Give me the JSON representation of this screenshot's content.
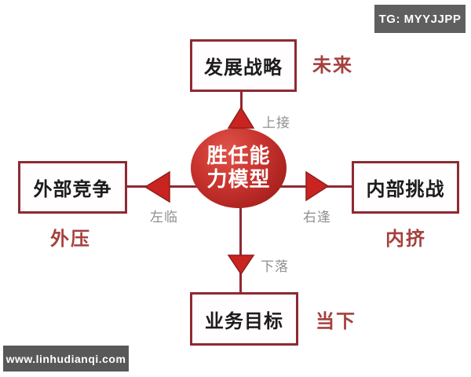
{
  "watermarks": {
    "tg_badge": "TG: MYYJJPP",
    "site_badge": "www.linhudianqi.com"
  },
  "diagram": {
    "center": {
      "label_line1": "胜任能",
      "label_line2": "力模型"
    },
    "nodes": {
      "top": {
        "label": "发展战略",
        "edge_label": "上接",
        "tag": "未来"
      },
      "left": {
        "label": "外部竞争",
        "edge_label": "左临",
        "tag": "外压"
      },
      "right": {
        "label": "内部挑战",
        "edge_label": "右逢",
        "tag": "内挤"
      },
      "bottom": {
        "label": "业务目标",
        "edge_label": "下落",
        "tag": "当下"
      }
    },
    "colors": {
      "box_border": "#8e2a32",
      "connector_line": "#8e2a32",
      "arrowhead_fill": "#c9241f",
      "circle_fill": "#c53230",
      "circle_text": "#ffffff",
      "tag_text": "#a5403e",
      "edge_label_text": "#8f8f8f",
      "badge_bg": "#5f5f5f",
      "badge_text": "#ffffff"
    }
  }
}
